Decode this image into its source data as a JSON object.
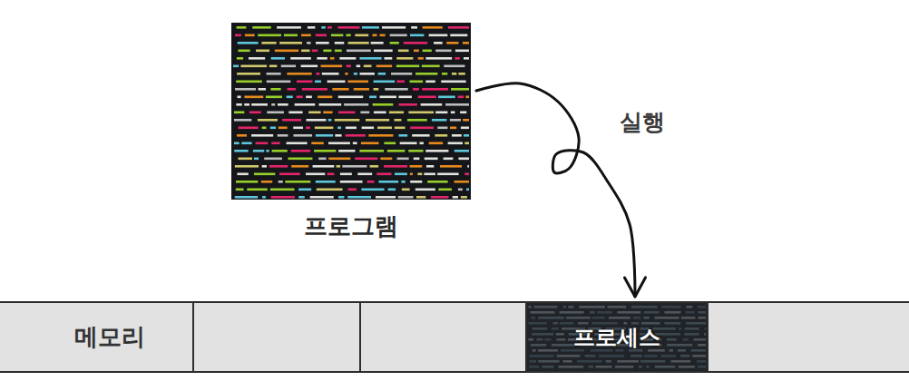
{
  "diagram": {
    "nodes": [
      {
        "text": [
          "프로그램"
        ]
      },
      {
        "text": [
          "메모리"
        ]
      },
      {
        "text": [
          "프로세스"
        ],
        "in": 1
      }
    ],
    "edges": [
      {
        "from": 0,
        "to": 2,
        "arrow": "to",
        "label": "실행"
      }
    ]
  }
}
